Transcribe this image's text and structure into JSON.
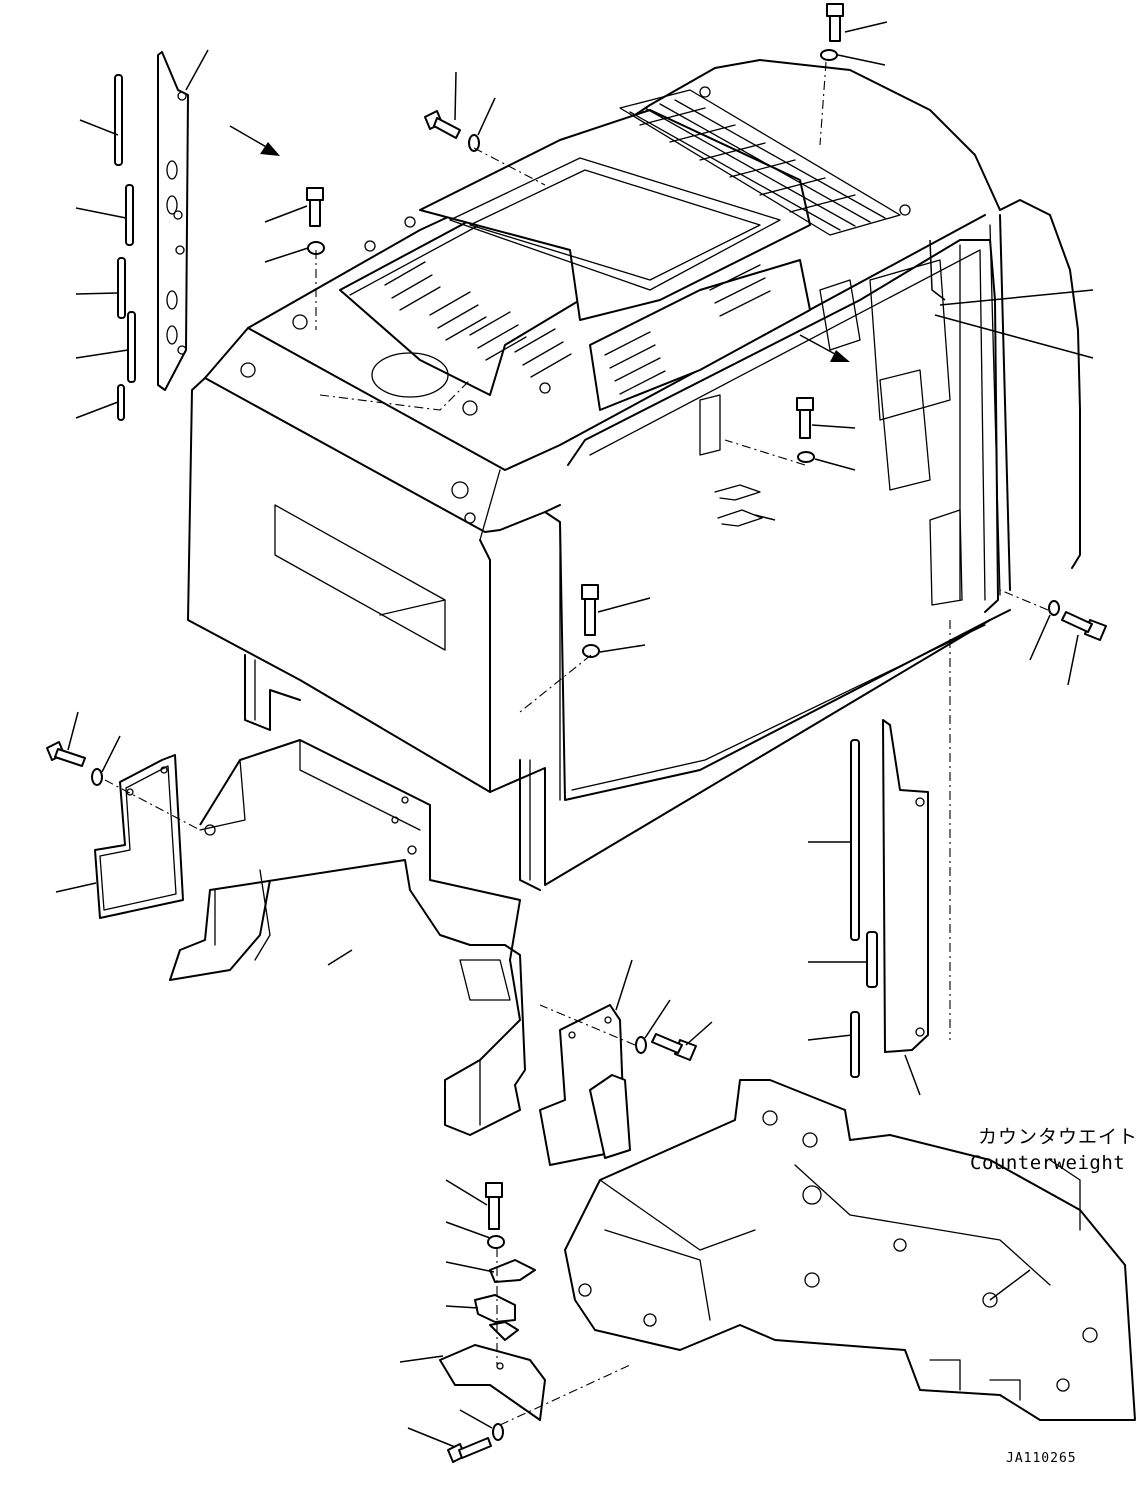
{
  "diagram": {
    "label_japanese": "カウンタウエイト",
    "label_english": "Counterweight",
    "drawing_number": "JA110265"
  },
  "colors": {
    "line": "#000000",
    "background": "#ffffff"
  }
}
